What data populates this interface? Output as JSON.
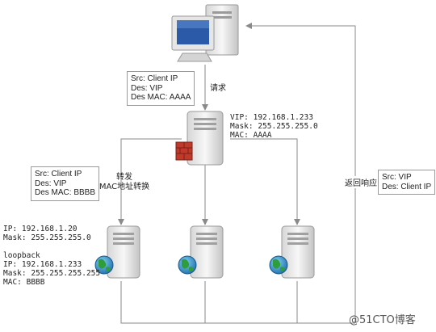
{
  "client_box": {
    "lines": [
      "Src: Client IP",
      "Des: VIP",
      "Des MAC: AAAA"
    ]
  },
  "request_label": "请求",
  "lb_info": {
    "lines": [
      "VIP: 192.168.1.233",
      "Mask: 255.255.255.0",
      "MAC: AAAA"
    ]
  },
  "forward_box": {
    "lines": [
      "Src: Client IP",
      "Des: VIP",
      "Des MAC: BBBB"
    ]
  },
  "forward_label": {
    "lines": [
      "转发",
      "MAC地址转换"
    ]
  },
  "return_label": "返回响应",
  "return_box": {
    "lines": [
      "Src: VIP",
      "Des: Client IP"
    ]
  },
  "real_server_info": {
    "lines": [
      "IP: 192.168.1.20",
      "Mask: 255.255.255.0",
      "",
      "loopback",
      "IP: 192.168.1.233",
      "Mask: 255.255.255.255",
      "MAC: BBBB"
    ]
  },
  "watermark": "@51CTO博客",
  "colors": {
    "line": "#8a8a8a",
    "server_light": "#f2f2f2",
    "server_dark": "#bfbfbf",
    "firewall": "#c0392b",
    "globe": "#2e7d32",
    "screen": "#2b5aa8"
  }
}
